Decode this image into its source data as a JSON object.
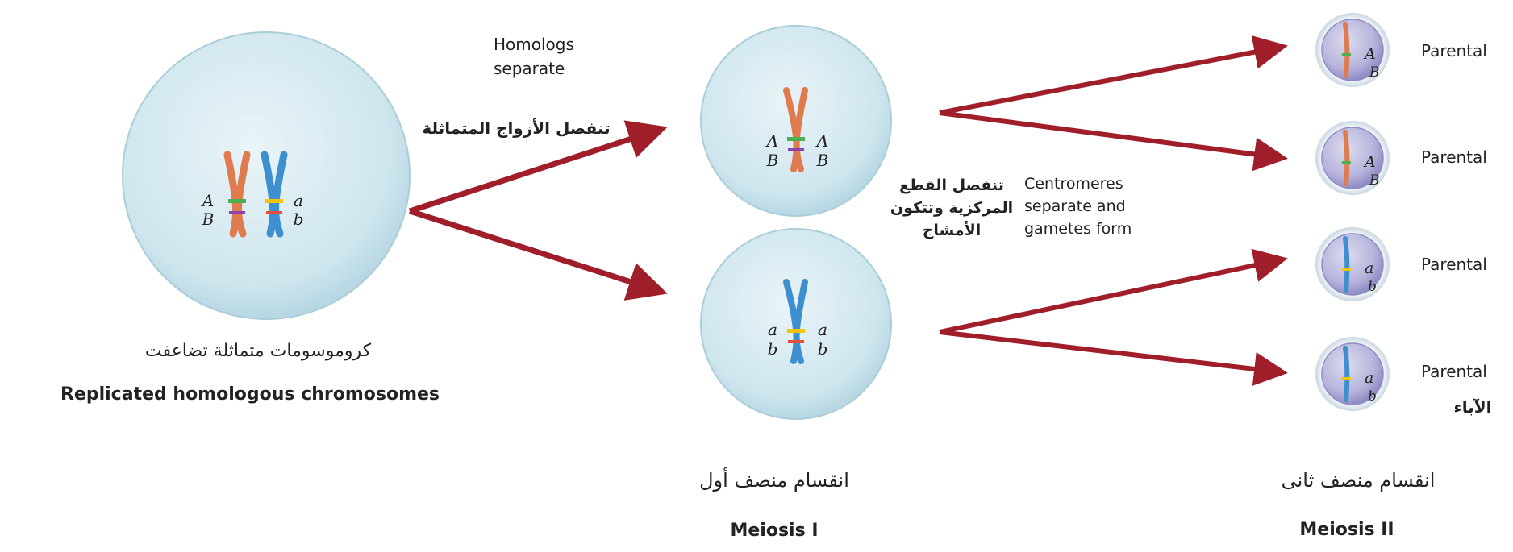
{
  "colors": {
    "arrow": "#a01e2a",
    "cell_fill": "#cfe6ee",
    "cell_edge": "#a9cdd9",
    "gamete_fill": "#b9b8dc",
    "gamete_edge": "#8f8cc3",
    "chromosome_A": "#e07a4f",
    "chromosome_a": "#3d8fcf",
    "text": "#222222"
  },
  "parent_cell": {
    "label_ar": "كروموسومات متماثلة تضاعفت",
    "label_en": "Replicated homologous chromosomes",
    "left_alleles": [
      "A",
      "B"
    ],
    "right_alleles": [
      "a",
      "b"
    ]
  },
  "step1": {
    "label_en_line1": "Homologs",
    "label_en_line2": "separate",
    "label_ar": "تنفصل الأزواج المتماثلة"
  },
  "meiosis1": {
    "label_ar": "انقسام منصف أول",
    "label_en": "Meiosis I",
    "top_cell_alleles": [
      "A",
      "B",
      "A",
      "B"
    ],
    "bottom_cell_alleles": [
      "a",
      "b",
      "a",
      "b"
    ]
  },
  "step2": {
    "label_ar_line1": "تنفصل القطع",
    "label_ar_line2": "المركزية وتتكون",
    "label_ar_line3": "الأمشاج",
    "label_en_line1": "Centromeres",
    "label_en_line2": "separate and",
    "label_en_line3": "gametes form"
  },
  "meiosis2": {
    "label_ar": "انقسام منصف ثانى",
    "label_en": "Meiosis II",
    "gametes": [
      {
        "alleles": [
          "A",
          "B"
        ],
        "label": "Parental"
      },
      {
        "alleles": [
          "A",
          "B"
        ],
        "label": "Parental"
      },
      {
        "alleles": [
          "a",
          "b"
        ],
        "label": "Parental"
      },
      {
        "alleles": [
          "a",
          "b"
        ],
        "label": "Parental"
      }
    ],
    "parents_ar": "الآباء"
  }
}
